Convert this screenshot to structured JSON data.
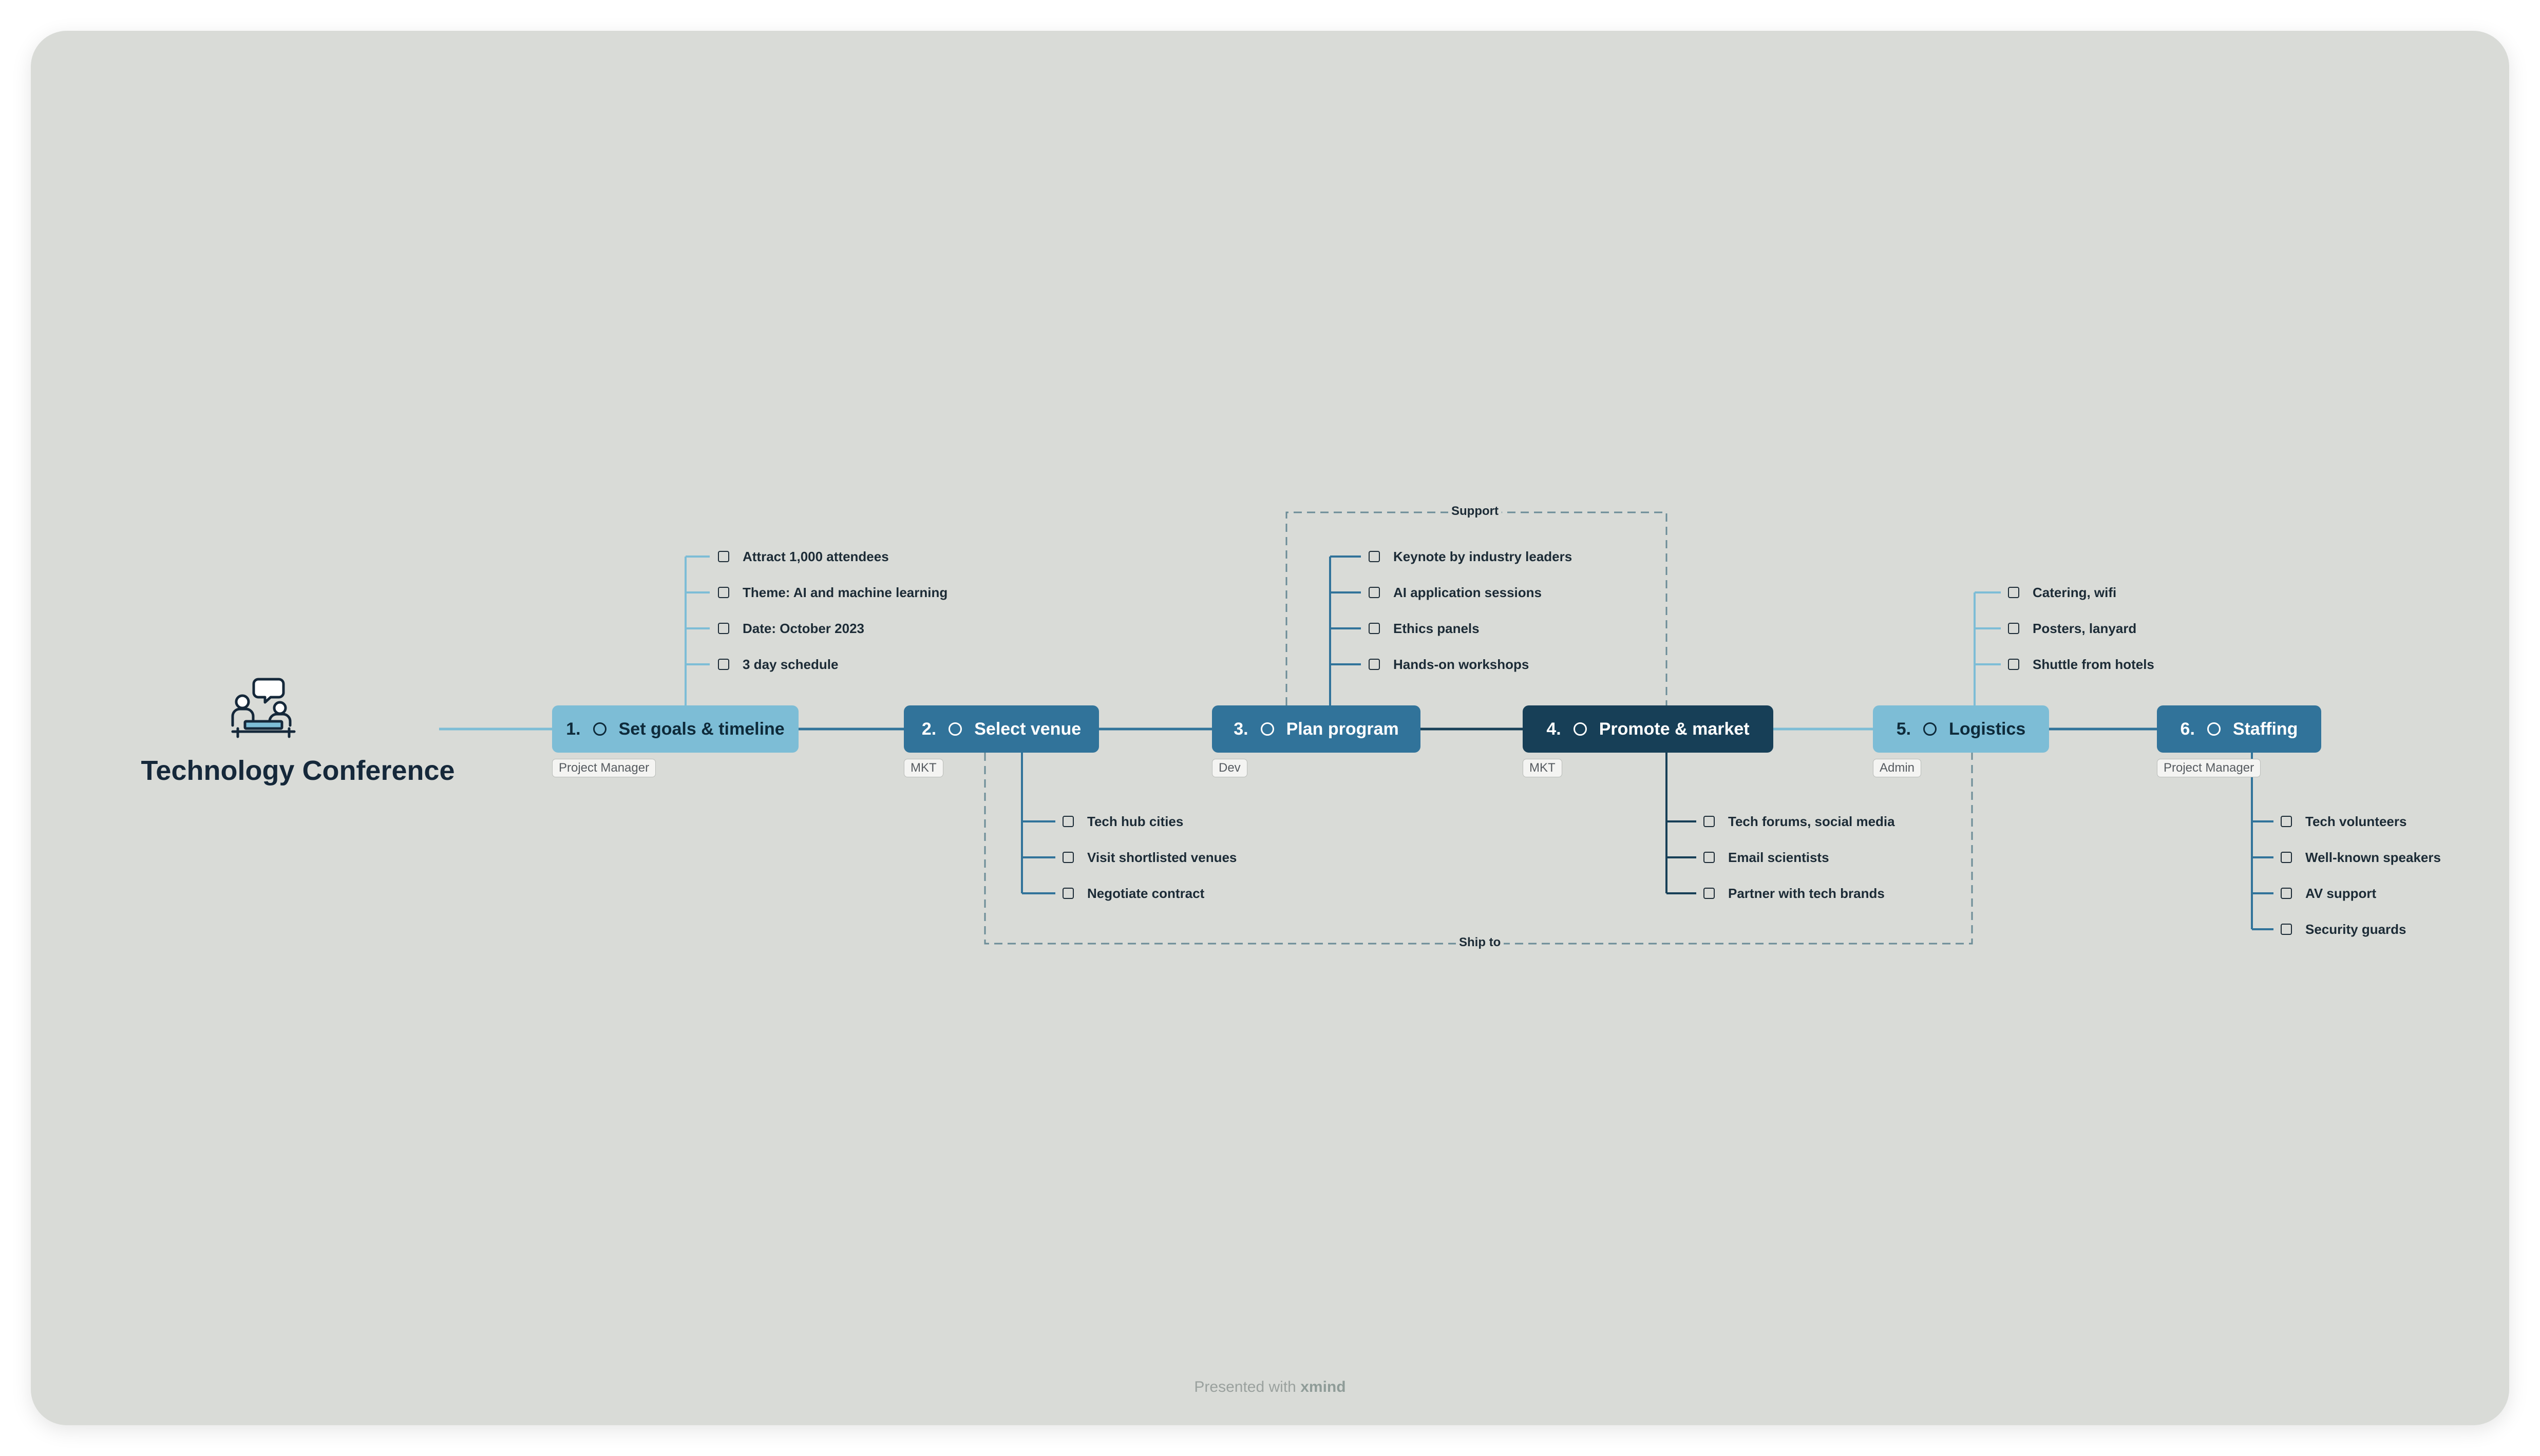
{
  "root": {
    "title": "Technology Conference",
    "icon": "people-discussion-icon"
  },
  "topics": [
    {
      "num": "1.",
      "label": "Set goals & timeline",
      "tag": "Project Manager",
      "items": [
        "Attract 1,000 attendees",
        "Theme: AI and machine learning",
        "Date: October 2023",
        "3 day schedule"
      ]
    },
    {
      "num": "2.",
      "label": "Select venue",
      "tag": "MKT",
      "items": [
        "Tech hub cities",
        "Visit shortlisted venues",
        "Negotiate contract"
      ]
    },
    {
      "num": "3.",
      "label": "Plan program",
      "tag": "Dev",
      "items": [
        "Keynote by industry leaders",
        "AI application sessions",
        "Ethics panels",
        "Hands-on workshops"
      ]
    },
    {
      "num": "4.",
      "label": "Promote & market",
      "tag": "MKT",
      "items": [
        "Tech forums, social media",
        "Email scientists",
        "Partner with tech brands"
      ]
    },
    {
      "num": "5.",
      "label": "Logistics",
      "tag": "Admin",
      "items": [
        "Catering, wifi",
        "Posters, lanyard",
        "Shuttle from hotels"
      ]
    },
    {
      "num": "6.",
      "label": "Staffing",
      "tag": "Project Manager",
      "items": [
        "Tech volunteers",
        "Well-known speakers",
        "AV support",
        "Security guards"
      ]
    }
  ],
  "relationships": {
    "support": "Support",
    "ship_to": "Ship to"
  },
  "footer": {
    "prefix": "Presented with",
    "brand": "xmind"
  },
  "colors": {
    "light": "#7dbdd6",
    "mid": "#31739a",
    "dark": "#173f57",
    "background": "#d9dbd7"
  }
}
